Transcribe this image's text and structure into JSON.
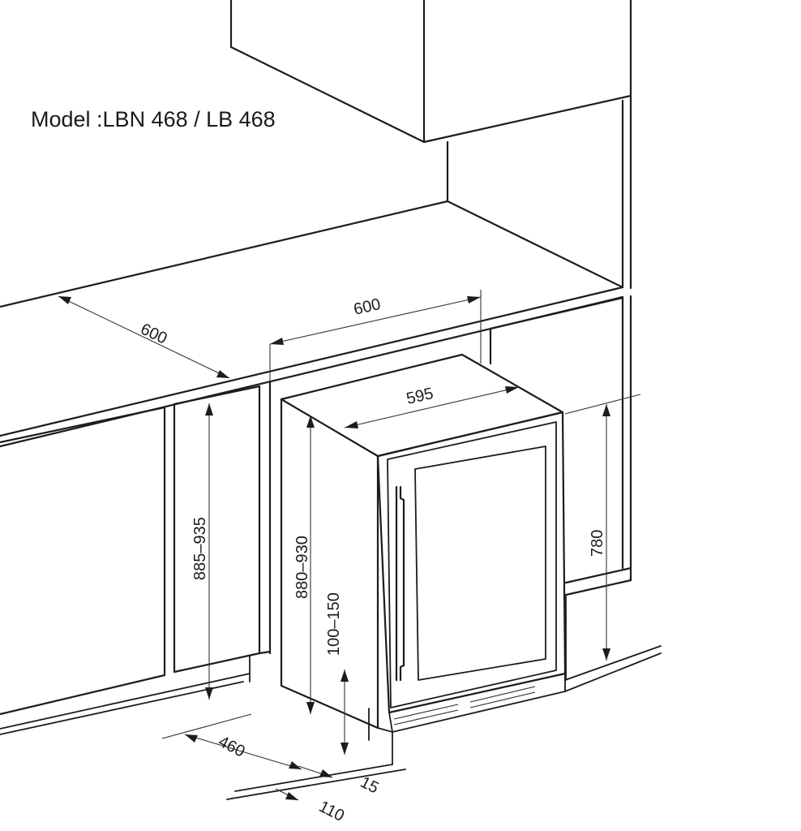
{
  "model_title": "Model :LBN 468 / LB 468",
  "dimensions": {
    "cabinet_depth": "600",
    "cabinet_width": "600",
    "appliance_width": "595",
    "niche_height": "885–935",
    "appliance_height": "880–930",
    "plinth_height": "100–150",
    "side_height": "780",
    "appliance_depth": "460",
    "door_offset": "15",
    "plinth_offset": "110"
  }
}
